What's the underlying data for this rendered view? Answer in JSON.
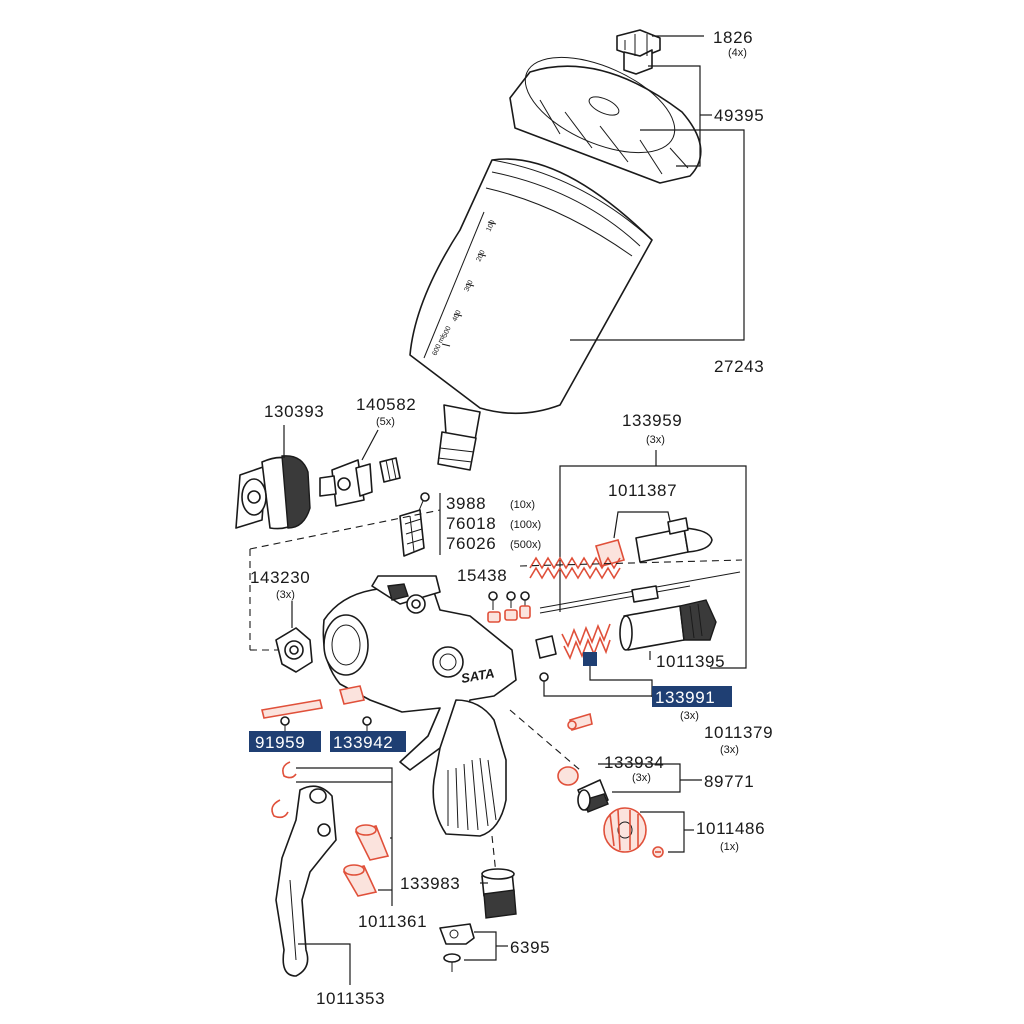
{
  "colors": {
    "highlight_bg": "#1f3f73",
    "wear_part": "#e0503a",
    "line": "#1a1a1a"
  },
  "gun_logo": "SATA",
  "cup_scale": [
    "100",
    "200",
    "300",
    "400",
    "500",
    "600 ml"
  ],
  "labels": {
    "p1826": "1826",
    "p1826_qty": "(4x)",
    "p49395": "49395",
    "p27243": "27243",
    "p130393": "130393",
    "p140582": "140582",
    "p140582_qty": "(5x)",
    "p3988": "3988",
    "p3988_qty": "(10x)",
    "p76018": "76018",
    "p76018_qty": "(100x)",
    "p76026": "76026",
    "p76026_qty": "(500x)",
    "p133959": "133959",
    "p133959_qty": "(3x)",
    "p1011387": "1011387",
    "p143230": "143230",
    "p143230_qty": "(3x)",
    "p15438": "15438",
    "p1011395": "1011395",
    "p133991": "133991",
    "p133991_qty": "(3x)",
    "p91959": "91959",
    "p133942": "133942",
    "p1011379": "1011379",
    "p1011379_qty": "(3x)",
    "p133934": "133934",
    "p133934_qty": "(3x)",
    "p89771": "89771",
    "p1011486": "1011486",
    "p1011486_qty": "(1x)",
    "p133983": "133983",
    "p1011361": "1011361",
    "p6395": "6395",
    "p1011353": "1011353"
  }
}
